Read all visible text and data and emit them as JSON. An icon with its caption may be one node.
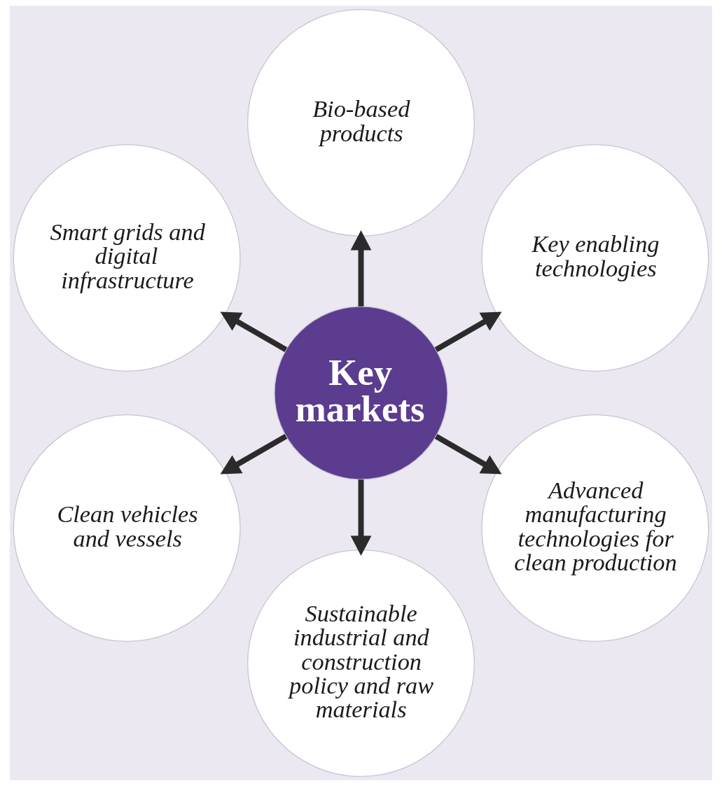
{
  "diagram": {
    "nodes": [
      {
        "text": [
          "Key markets"
        ]
      },
      {
        "text": [
          "Key enabling technologies"
        ]
      },
      {
        "text": [
          "Bio-based products"
        ]
      },
      {
        "text": [
          "Smart grids and digital infrastructure"
        ]
      },
      {
        "text": [
          "Clean vehicles and vessels"
        ]
      },
      {
        "text": [
          "Sustainable industrial and construction policy and raw materials"
        ]
      },
      {
        "text": [
          "Advanced manufacturing technologies for clean production"
        ]
      }
    ],
    "edges": [
      {
        "from": 0,
        "to": 1,
        "arrow": "to"
      },
      {
        "from": 0,
        "to": 2,
        "arrow": "to"
      },
      {
        "from": 0,
        "to": 3,
        "arrow": "to"
      },
      {
        "from": 0,
        "to": 4,
        "arrow": "to"
      },
      {
        "from": 0,
        "to": 5,
        "arrow": "to"
      },
      {
        "from": 0,
        "to": 6,
        "arrow": "to"
      }
    ]
  }
}
